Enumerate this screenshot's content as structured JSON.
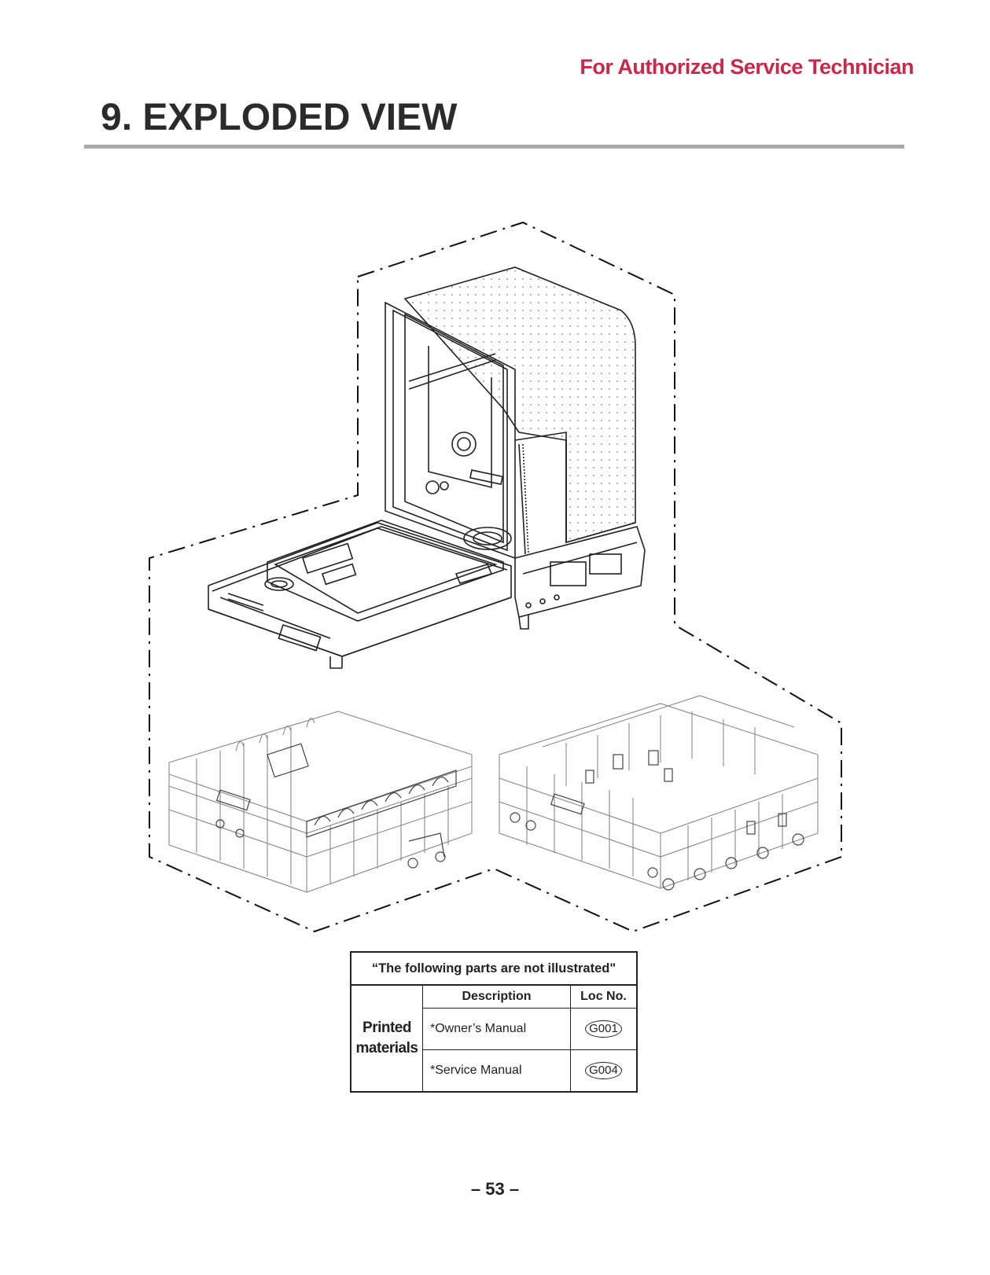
{
  "header": {
    "note": "For Authorized Service Technician",
    "title": "9. EXPLODED VIEW"
  },
  "parts_table": {
    "caption": "“The following parts are not illustrated\"",
    "columns": [
      "Description",
      "Loc No."
    ],
    "group_label_line1": "Printed",
    "group_label_line2": "materials",
    "rows": [
      {
        "description": "*Owner’s Manual",
        "loc": "G001"
      },
      {
        "description": "*Service Manual",
        "loc": "G004"
      }
    ]
  },
  "footer": {
    "page_number": "– 53 –"
  },
  "colors": {
    "header_note": "#c8294a",
    "title_rule": "#a9a9a9"
  }
}
